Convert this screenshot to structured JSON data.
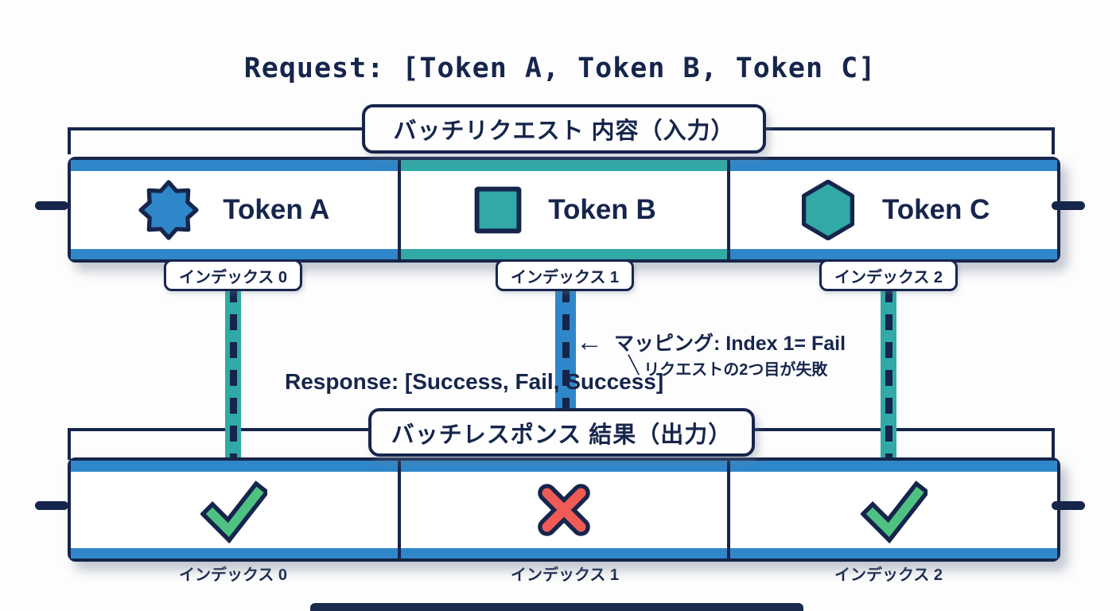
{
  "title": "Request: [Token A, Token B, Token C]",
  "input_section": {
    "header": "バッチリクエスト 内容（入力）",
    "tokens": [
      {
        "label": "Token A",
        "icon": "octagram-icon",
        "shape_color": "#2f87c9",
        "bar_color": "#2f87c9"
      },
      {
        "label": "Token B",
        "icon": "square-icon",
        "shape_color": "#31a9a6",
        "bar_color": "#31a9a6"
      },
      {
        "label": "Token C",
        "icon": "hexagon-icon",
        "shape_color": "#31a9a6",
        "bar_color": "#2f87c9"
      }
    ],
    "index_labels": [
      "インデックス 0",
      "インデックス 1",
      "インデックス 2"
    ]
  },
  "mapping_annotation": {
    "arrow": "←",
    "text": "マッピング: Index 1= Fail",
    "tick": "╲",
    "subtext": "リクエストの2つ目が失敗"
  },
  "response_text": "Response: [Success, Fail, Success]",
  "output_section": {
    "header": "バッチレスポンス 結果（出力）",
    "results": [
      {
        "status": "Success",
        "icon": "check-icon",
        "color": "#4fc283"
      },
      {
        "status": "Fail",
        "icon": "x-icon",
        "color": "#f15b55"
      },
      {
        "status": "Success",
        "icon": "check-icon",
        "color": "#4fc283"
      }
    ],
    "index_labels": [
      "インデックス 0",
      "インデックス 1",
      "インデックス 2"
    ]
  },
  "colors": {
    "navy": "#16254c",
    "blue": "#2f87c9",
    "teal": "#31a9a6",
    "green": "#4fc283",
    "red": "#f15b55",
    "background": "#fdfdfd"
  }
}
